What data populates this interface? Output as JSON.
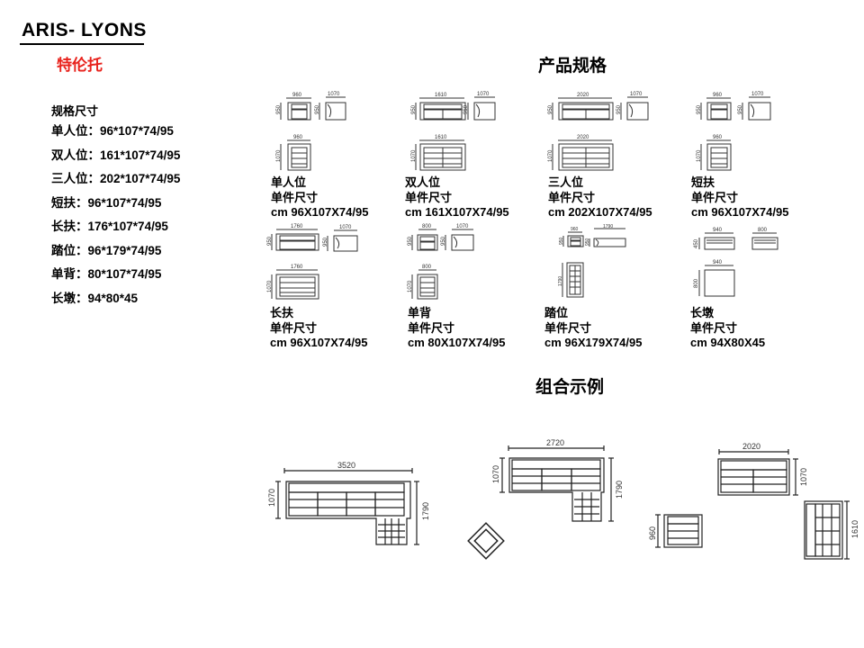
{
  "header": {
    "brand": "ARIS- LYONS",
    "brand_cn": "特伦托"
  },
  "specs": {
    "title": "规格尺寸",
    "items": [
      "单人位：96*107*74/95",
      "双人位：161*107*74/95",
      "三人位：202*107*74/95",
      "短扶：96*107*74/95",
      "长扶：176*107*74/95",
      "踏位：96*179*74/95",
      "单背：80*107*74/95",
      "长墩：94*80*45"
    ]
  },
  "sections": {
    "products": "产品规格",
    "combos": "组合示例"
  },
  "products": [
    {
      "name": "单人位",
      "size_label": "单件尺寸",
      "size": "cm 96X107X74/95",
      "dims": [
        "960",
        "1070",
        "950",
        "950",
        "960",
        "1070"
      ]
    },
    {
      "name": "双人位",
      "size_label": "单件尺寸",
      "size": "cm 161X107X74/95",
      "dims": [
        "1610",
        "1070",
        "950",
        "950",
        "1610",
        "1070"
      ]
    },
    {
      "name": "三人位",
      "size_label": "单件尺寸",
      "size": "cm 202X107X74/95",
      "dims": [
        "2020",
        "1070",
        "950",
        "950",
        "2020",
        "1070"
      ]
    },
    {
      "name": "短扶",
      "size_label": "单件尺寸",
      "size": "cm 96X107X74/95",
      "dims": [
        "960",
        "1070",
        "950",
        "950",
        "960",
        "1070"
      ]
    },
    {
      "name": "长扶",
      "size_label": "单件尺寸",
      "size": "cm 96X107X74/95",
      "dims": [
        "1760",
        "1070",
        "950",
        "950",
        "1760",
        "1070"
      ]
    },
    {
      "name": "单背",
      "size_label": "单件尺寸",
      "size": "cm 80X107X74/95",
      "dims": [
        "800",
        "1070",
        "950",
        "950",
        "800",
        "1070"
      ]
    },
    {
      "name": "踏位",
      "size_label": "单件尺寸",
      "size": "cm 96X179X74/95",
      "dims": [
        "960",
        "1790",
        "950",
        "950",
        "",
        "1790"
      ]
    },
    {
      "name": "长墩",
      "size_label": "单件尺寸",
      "size": "cm 94X80X45",
      "dims": [
        "940",
        "800",
        "450",
        "",
        "940",
        "800"
      ]
    }
  ],
  "combos": {
    "c1": {
      "width": "3520",
      "depth": "1070",
      "chaise": "1790"
    },
    "c2": {
      "width": "2720",
      "depth": "1070",
      "chaise": "1790"
    },
    "c3": {
      "width": "2020",
      "depth": "1070",
      "chair": "960",
      "side": "1610"
    }
  }
}
